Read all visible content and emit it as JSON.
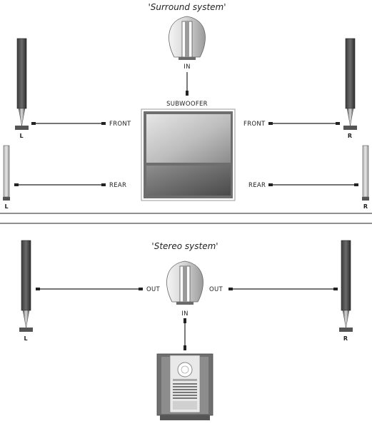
{
  "surround": {
    "title": "'Surround system'",
    "subwoofer_in": "IN",
    "subwoofer_label": "SUBWOOFER",
    "front_left_label": "FRONT",
    "front_right_label": "FRONT",
    "rear_left_label": "REAR",
    "rear_right_label": "REAR",
    "front_left_side": "L",
    "front_right_side": "R",
    "rear_left_side": "L",
    "rear_right_side": "R"
  },
  "stereo": {
    "title": "'Stereo system'",
    "out_left_label": "OUT",
    "out_right_label": "OUT",
    "subwoofer_in": "IN",
    "left_side": "L",
    "right_side": "R"
  }
}
